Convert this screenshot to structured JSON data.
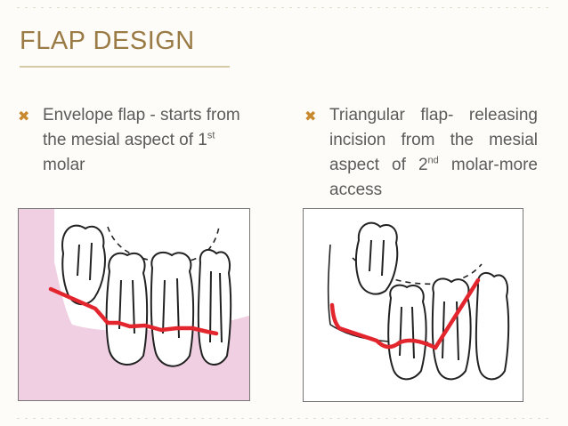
{
  "title": "FLAP DESIGN",
  "left": {
    "bullet_icon": "x-bullet-icon",
    "text_before_sup": "Envelope flap - starts from the mesial aspect of 1",
    "sup": "st",
    "text_after_sup": " molar",
    "figure_icon": "molar-envelope-flap-diagram"
  },
  "right": {
    "bullet_icon": "x-bullet-icon",
    "text_before_sup": "Triangular flap- releasing incision from the mesial aspect of 2",
    "sup": "nd",
    "text_after_sup": " molar-more access",
    "figure_icon": "molar-triangular-flap-diagram"
  },
  "colors": {
    "title": "#9a7b45",
    "bullet": "#c8882e",
    "incision": "#e3262e",
    "gingiva": "#f1cfe2"
  }
}
